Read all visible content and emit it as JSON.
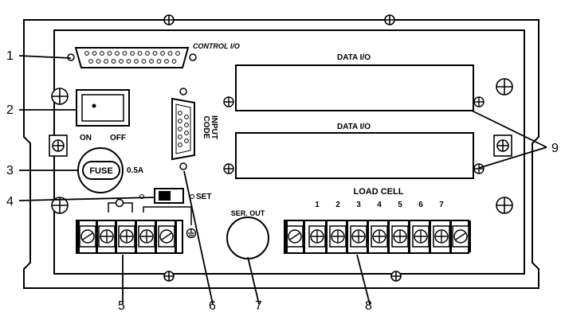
{
  "panel": {
    "control_io": "CONTROL I/O",
    "data_io_top": "DATA I/O",
    "data_io_bottom": "DATA I/O",
    "on": "ON",
    "off": "OFF",
    "fuse": "FUSE",
    "fuse_rating": "0.5A",
    "set": "SET",
    "code_input_line1": "CODE",
    "code_input_line2": "INPUT",
    "ser_out": "SER. OUT",
    "load_cell": "LOAD CELL",
    "load_cell_numbers": [
      "1",
      "2",
      "3",
      "4",
      "5",
      "6",
      "7"
    ]
  },
  "callouts": {
    "c1": "1",
    "c2": "2",
    "c3": "3",
    "c4": "4",
    "c5": "5",
    "c6": "6",
    "c7": "7",
    "c8": "8",
    "c9": "9"
  }
}
